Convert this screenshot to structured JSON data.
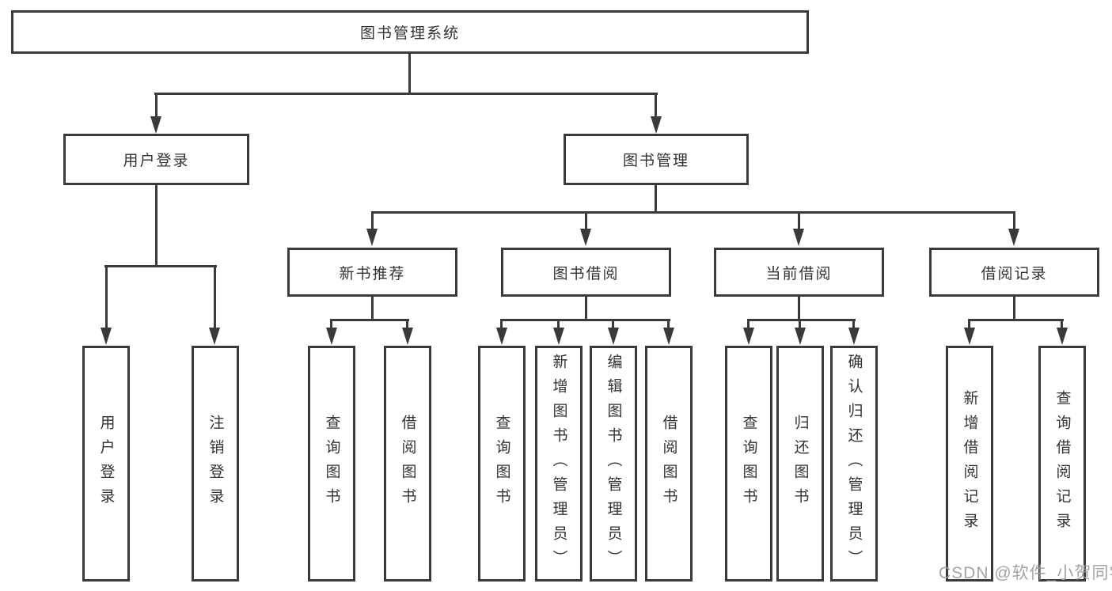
{
  "diagram": {
    "title": "图书管理系统",
    "tree": {
      "label": "图书管理系统",
      "children": [
        {
          "label": "用户登录",
          "children": [
            {
              "label": "用户登录"
            },
            {
              "label": "注销登录"
            }
          ]
        },
        {
          "label": "图书管理",
          "children": [
            {
              "label": "新书推荐",
              "children": [
                {
                  "label": "查询图书"
                },
                {
                  "label": "借阅图书"
                }
              ]
            },
            {
              "label": "图书借阅",
              "children": [
                {
                  "label": "查询图书"
                },
                {
                  "label": "新增图书（管理员）"
                },
                {
                  "label": "编辑图书（管理员）"
                },
                {
                  "label": "借阅图书"
                }
              ]
            },
            {
              "label": "当前借阅",
              "children": [
                {
                  "label": "查询图书"
                },
                {
                  "label": "归还图书"
                },
                {
                  "label": "确认归还（管理员）"
                }
              ]
            },
            {
              "label": "借阅记录",
              "children": [
                {
                  "label": "新增借阅记录"
                },
                {
                  "label": "查询借阅记录"
                }
              ]
            }
          ]
        }
      ]
    }
  },
  "watermark": "CSDN @软件_小贺同学",
  "colors": {
    "line": "#3a3a3a",
    "text": "#333333",
    "watermark": "#9c9c9c",
    "background": "#ffffff"
  }
}
